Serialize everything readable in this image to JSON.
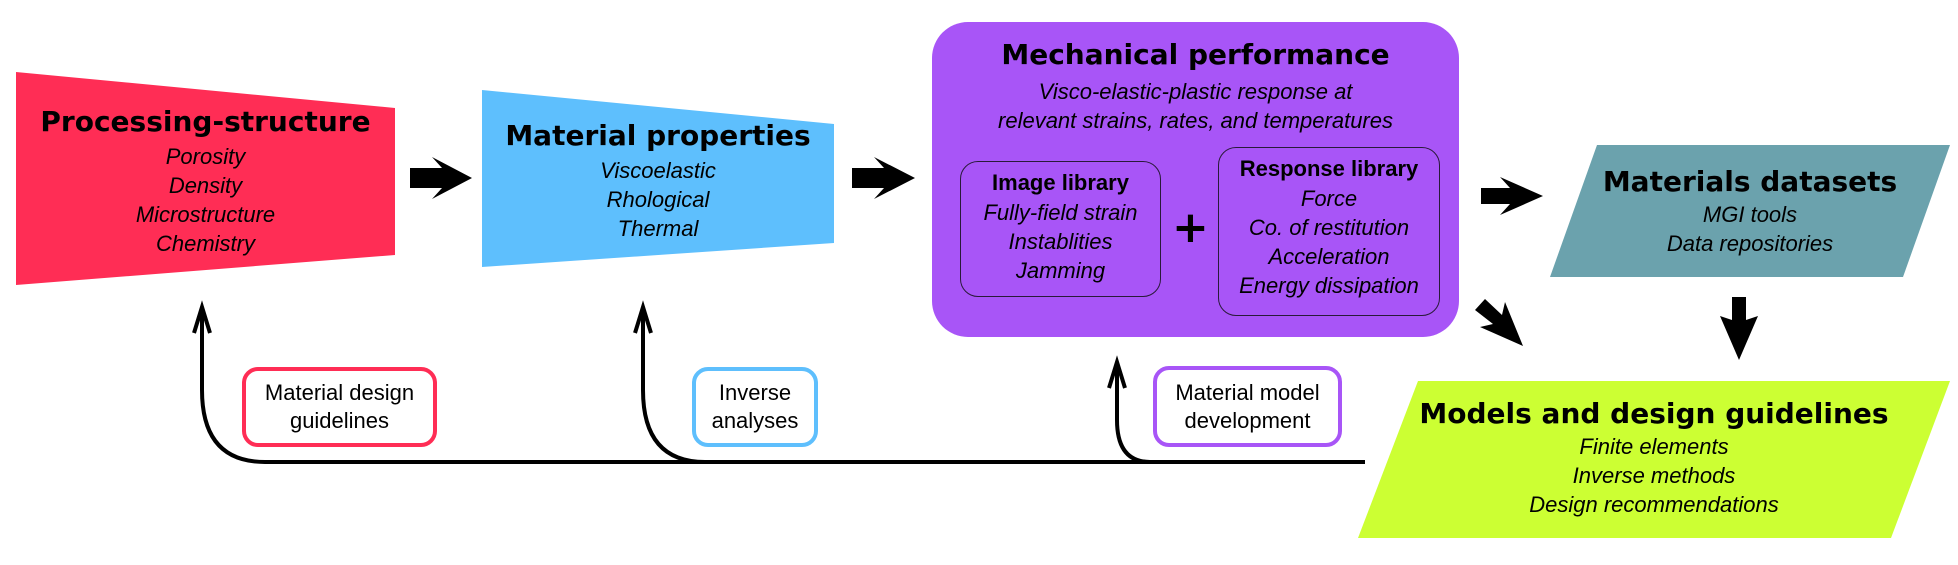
{
  "colors": {
    "processing": "#ff2d55",
    "properties": "#5ebffd",
    "mechanical": "#a855f7",
    "datasets": "#6ba2ad",
    "models": "#ccff33",
    "arrow": "#000000"
  },
  "nodes": {
    "processing": {
      "title": "Processing-structure",
      "items": [
        "Porosity",
        "Density",
        "Microstructure",
        "Chemistry"
      ]
    },
    "properties": {
      "title": "Material properties",
      "items": [
        "Viscoelastic",
        "Rhological",
        "Thermal"
      ]
    },
    "mechanical": {
      "title": "Mechanical performance",
      "subtitle": [
        "Visco-elastic-plastic response at",
        "relevant strains, rates, and temperatures"
      ],
      "image_library": {
        "title": "Image library",
        "items": [
          "Fully-field strain",
          "Instablities",
          "Jamming"
        ]
      },
      "plus": "+",
      "response_library": {
        "title": "Response library",
        "items": [
          "Force",
          "Co. of restitution",
          "Acceleration",
          "Energy dissipation"
        ]
      }
    },
    "datasets": {
      "title": "Materials datasets",
      "items": [
        "MGI tools",
        "Data repositories"
      ]
    },
    "models": {
      "title": "Models and design guidelines",
      "items": [
        "Finite elements",
        "Inverse methods",
        "Design recommendations"
      ]
    }
  },
  "feedback_labels": {
    "design": [
      "Material design",
      "guidelines"
    ],
    "inverse": [
      "Inverse",
      "analyses"
    ],
    "model": [
      "Material model",
      "development"
    ]
  },
  "edges": [
    {
      "from": "processing",
      "to": "properties"
    },
    {
      "from": "properties",
      "to": "mechanical"
    },
    {
      "from": "mechanical",
      "to": "datasets"
    },
    {
      "from": "mechanical",
      "to": "models"
    },
    {
      "from": "datasets",
      "to": "models"
    },
    {
      "from": "models",
      "to": "processing",
      "label": "Material design guidelines"
    },
    {
      "from": "models",
      "to": "properties",
      "label": "Inverse analyses"
    },
    {
      "from": "models",
      "to": "mechanical",
      "label": "Material model development"
    }
  ]
}
